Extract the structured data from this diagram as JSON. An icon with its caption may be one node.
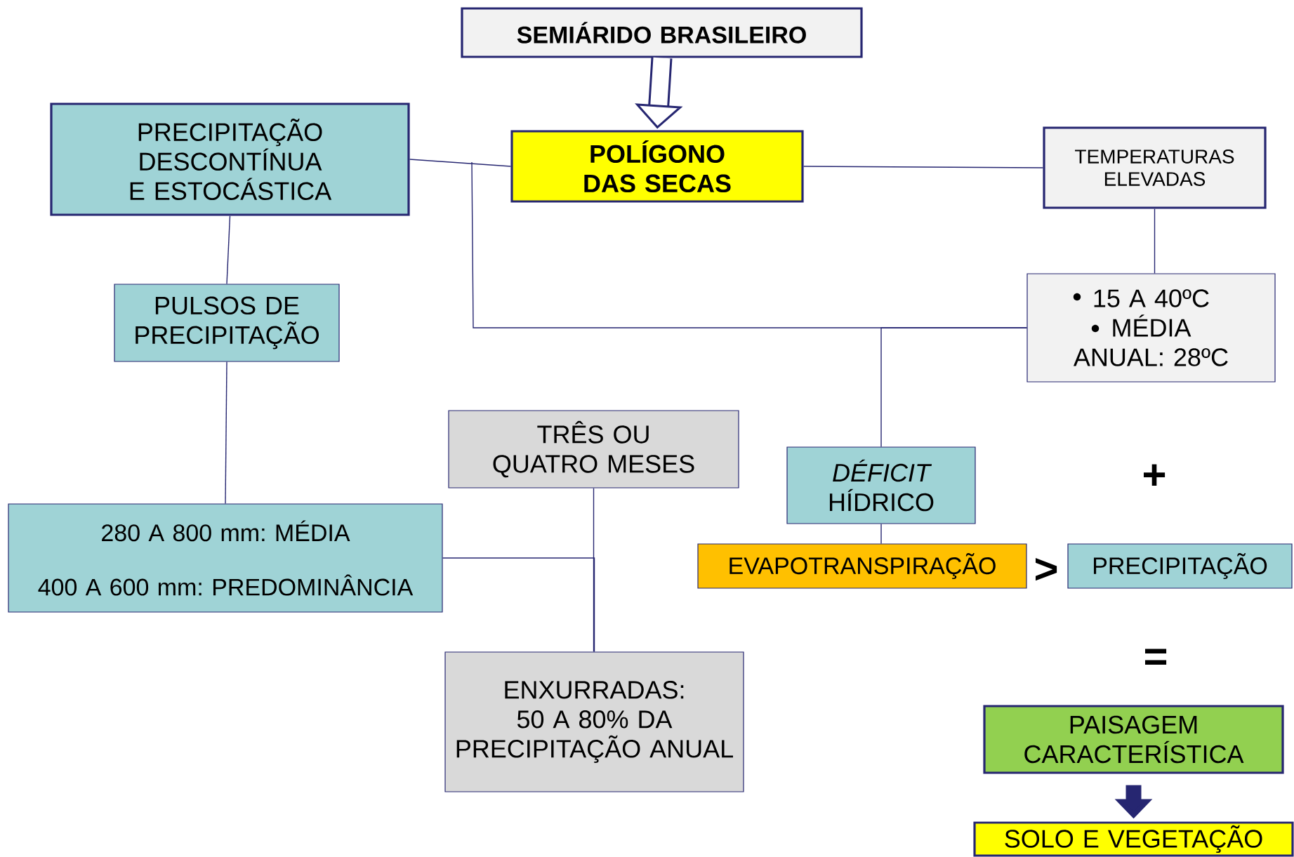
{
  "diagram": {
    "nodes": [
      {
        "text": [
          "SEMIÁRIDO BRASILEIRO"
        ]
      },
      {
        "text": [
          "POLÍGONO DAS SECAS"
        ]
      },
      {
        "text": [
          "PRECIPITAÇÃO DESCONTÍNUA E ESTOCÁSTICA"
        ]
      },
      {
        "text": [
          "TEMPERATURAS ELEVADAS"
        ]
      },
      {
        "text": [
          "PULSOS DE PRECIPITAÇÃO"
        ]
      },
      {
        "text": [
          "15 A 40ºC",
          "MÉDIA ANUAL: 28ºC"
        ]
      },
      {
        "text": [
          "TRÊS OU QUATRO MESES"
        ]
      },
      {
        "text": [
          "*DÉFICIT* HÍDRICO"
        ]
      },
      {
        "text": [
          "280 A 800 mm: MÉDIA",
          "400 A 600 mm: PREDOMINÂNCIA"
        ]
      },
      {
        "text": [
          "EVAPOTRANSPIRAÇÃO"
        ]
      },
      {
        "text": [
          "PRECIPITAÇÃO"
        ]
      },
      {
        "text": [
          "ENXURRADAS: 50 A 80% DA PRECIPITAÇÃO ANUAL"
        ]
      },
      {
        "text": [
          "PAISAGEM CARACTERÍSTICA"
        ]
      },
      {
        "text": [
          "SOLO E VEGETAÇÃO"
        ]
      }
    ],
    "edges": [
      {
        "from": 0,
        "to": 1,
        "arrow": "to",
        "style": "thick"
      },
      {
        "from": 2,
        "to": 1,
        "arrow": "none"
      },
      {
        "from": 1,
        "to": 3,
        "arrow": "none"
      },
      {
        "from": 2,
        "to": 4,
        "arrow": "none"
      },
      {
        "from": 4,
        "to": 8,
        "arrow": "none"
      },
      {
        "from": 3,
        "to": 5,
        "arrow": "none"
      },
      {
        "from": null,
        "to": 5,
        "arrow": "none"
      },
      {
        "from": 5,
        "to": 7,
        "arrow": "none"
      },
      {
        "from": 7,
        "to": 9,
        "arrow": "none"
      },
      {
        "from": 6,
        "to": 11,
        "arrow": "none"
      },
      {
        "from": 8,
        "to": 11,
        "arrow": "none"
      },
      {
        "from": 12,
        "to": 13,
        "arrow": "to",
        "style": "thick"
      }
    ],
    "labels": [
      ">",
      "+",
      "="
    ]
  }
}
